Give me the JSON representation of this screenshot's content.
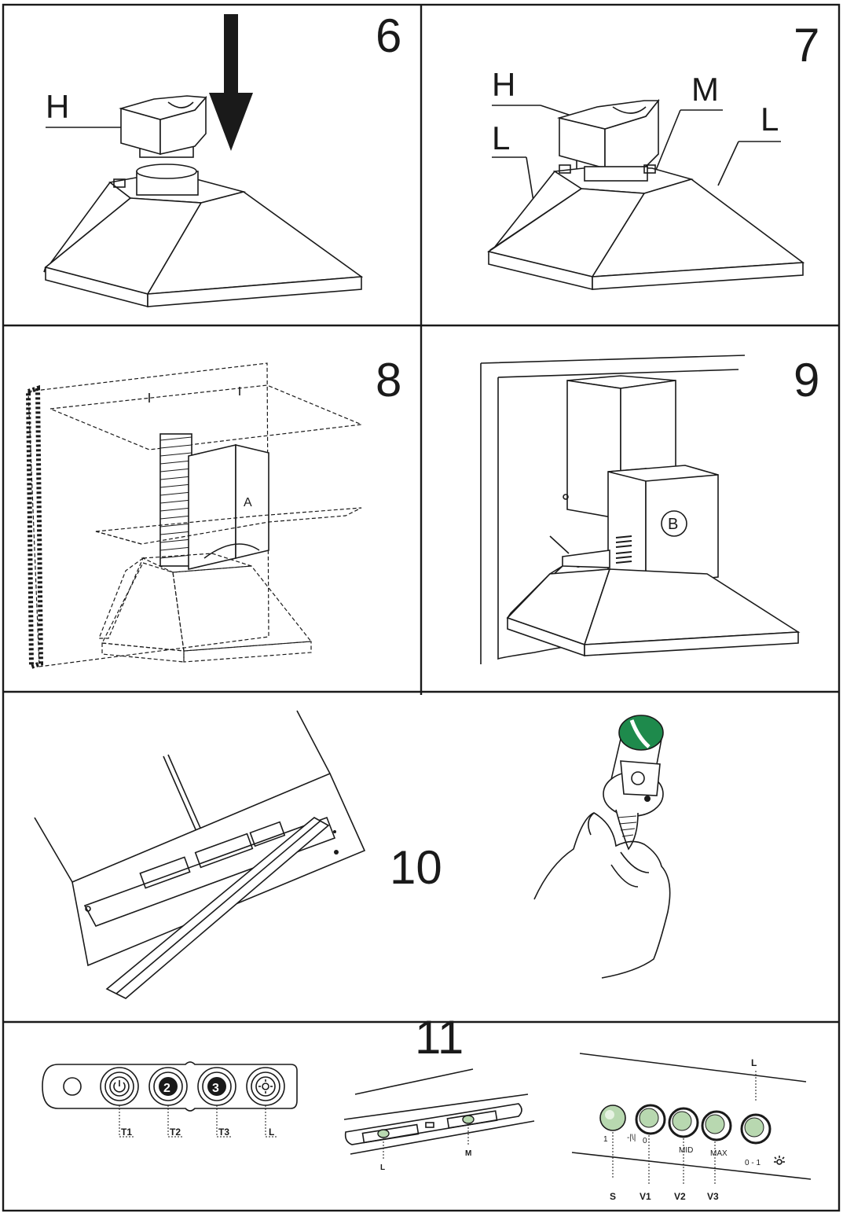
{
  "panel6": {
    "step": "6",
    "label_h": "H"
  },
  "panel7": {
    "step": "7",
    "label_h": "H",
    "label_m": "M",
    "label_l_left": "L",
    "label_l_right": "L"
  },
  "panel8": {
    "step": "8",
    "label_a": "A"
  },
  "panel9": {
    "step": "9",
    "label_b": "B"
  },
  "panel10": {
    "step": "10"
  },
  "panel11": {
    "step": "11",
    "buttons": [
      "2",
      "3"
    ],
    "button_labels": [
      "T1",
      "T2",
      "T3",
      "L"
    ],
    "slider_labels": [
      "L",
      "M"
    ],
    "panel_top_label": "L",
    "knob_marks": [
      "1",
      "0",
      "MID",
      "MAX",
      "0 - 1"
    ],
    "knob_labels": [
      "S",
      "V1",
      "V2",
      "V3"
    ]
  },
  "colors": {
    "line": "#1a1a1a",
    "lamp_green": "#1e8a4c",
    "knob_green": "#b8d8b0"
  }
}
